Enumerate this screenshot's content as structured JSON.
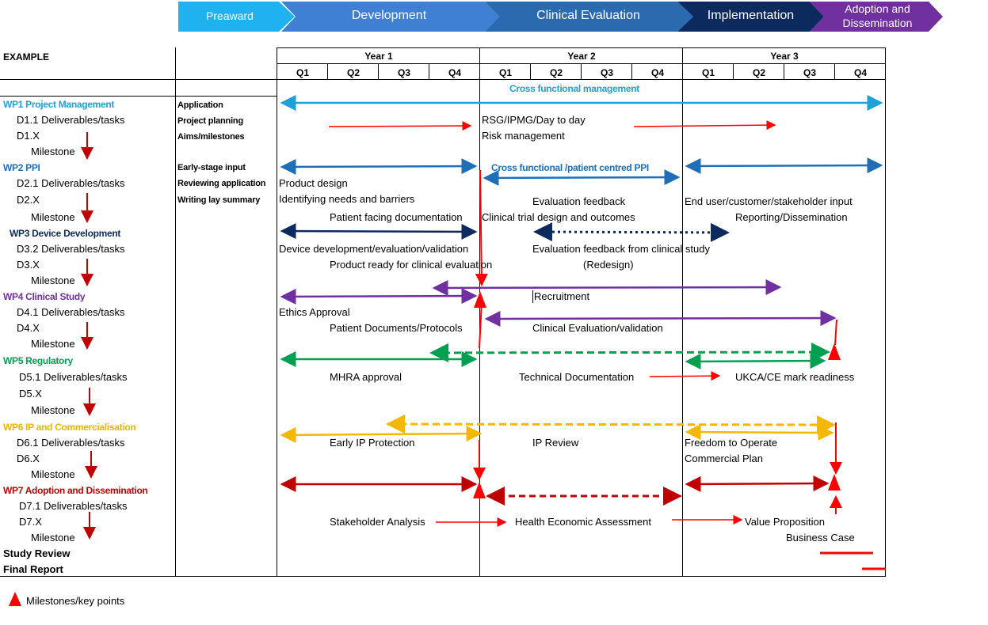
{
  "phases": [
    {
      "label": "Preaward",
      "color": "#1fb1f0"
    },
    {
      "label": "Development",
      "color": "#3a7fd0"
    },
    {
      "label": "Clinical Evaluation",
      "color": "#2f6fb5"
    },
    {
      "label": "Implementation",
      "color": "#0c2a5e"
    },
    {
      "label": "Adoption  and Dissemination",
      "color": "#7030a0"
    }
  ],
  "example_label": "EXAMPLE",
  "years": [
    "Year 1",
    "Year 2",
    "Year 3"
  ],
  "quarters": [
    "Q1",
    "Q2",
    "Q3",
    "Q4",
    "Q1",
    "Q2",
    "Q3",
    "Q4",
    "Q1",
    "Q2",
    "Q3",
    "Q4"
  ],
  "rows": [
    {
      "text": "WP1 Project Management",
      "kind": "wp",
      "color": "#1ea0d8"
    },
    {
      "text": "D1.1 Deliverables/tasks",
      "kind": "task"
    },
    {
      "text": "D1.X",
      "kind": "task"
    },
    {
      "text": "Milestone",
      "kind": "ms"
    },
    {
      "text": "WP2 PPI",
      "kind": "wp",
      "color": "#1f6fb8"
    },
    {
      "text": "D2.1 Deliverables/tasks",
      "kind": "task"
    },
    {
      "text": "D2.X",
      "kind": "task"
    },
    {
      "text": "Milestone",
      "kind": "ms"
    },
    {
      "text": "WP3 Device Development",
      "kind": "wp",
      "color": "#0c2a5e"
    },
    {
      "text": "D3.2 Deliverables/tasks",
      "kind": "task"
    },
    {
      "text": "D3.X",
      "kind": "task"
    },
    {
      "text": "Milestone",
      "kind": "ms"
    },
    {
      "text": "WP4 Clinical Study",
      "kind": "wp",
      "color": "#7030a0"
    },
    {
      "text": "D4.1 Deliverables/tasks",
      "kind": "task"
    },
    {
      "text": "D4.X",
      "kind": "task"
    },
    {
      "text": "Milestone",
      "kind": "ms"
    },
    {
      "text": "WP5 Regulatory",
      "kind": "wp",
      "color": "#00a050"
    },
    {
      "text": "D5.1 Deliverables/tasks",
      "kind": "task"
    },
    {
      "text": "D5.X",
      "kind": "task"
    },
    {
      "text": "Milestone",
      "kind": "ms"
    },
    {
      "text": "WP6 IP and Commercialisation",
      "kind": "wp",
      "color": "#f0b400"
    },
    {
      "text": "D6.1 Deliverables/tasks",
      "kind": "task"
    },
    {
      "text": "D6.X",
      "kind": "task"
    },
    {
      "text": "Milestone",
      "kind": "ms"
    },
    {
      "text": "WP7 Adoption and Dissemination",
      "kind": "wp",
      "color": "#c00000"
    },
    {
      "text": "D7.1 Deliverables/tasks",
      "kind": "task"
    },
    {
      "text": "D7.X",
      "kind": "task"
    },
    {
      "text": "Milestone",
      "kind": "ms"
    },
    {
      "text": "Study Review",
      "kind": "bold"
    },
    {
      "text": "Final Report",
      "kind": "bold"
    }
  ],
  "pm_labels": [
    "Application",
    "Project planning",
    "Aims/milestones",
    "Early-stage input",
    "Reviewing application",
    "Writing lay summary"
  ],
  "annotations": {
    "cross_functional": "Cross functional management",
    "cross_functional_ppi": "Cross functional /patient centred PPI",
    "rsg": "RSG/IPMG/Day to day",
    "risk": "Risk management",
    "product_design": "Product design",
    "needs": "Identifying needs and barriers",
    "eval_feedback": "Evaluation feedback",
    "end_user": "End user/customer/stakeholder input",
    "patient_facing": "Patient facing documentation",
    "trial_design": "Clinical trial design and outcomes",
    "reporting": "Reporting/Dissemination",
    "device_dev": "Device development/evaluation/validation",
    "eval_feedback_clinical": "Evaluation feedback from clinical study",
    "product_ready": "Product ready for clinical evaluation",
    "redesign": "(Redesign)",
    "recruitment": "Recruitment",
    "ethics": "Ethics Approval",
    "patient_docs": "Patient Documents/Protocols",
    "clinical_eval": "Clinical Evaluation/validation",
    "mhra": "MHRA approval",
    "tech_doc": "Technical Documentation",
    "ukca": "UKCA/CE mark readiness",
    "early_ip": "Early IP Protection",
    "ip_review": "IP Review",
    "fto": "Freedom to Operate",
    "commercial_plan": "Commercial Plan",
    "stakeholder": "Stakeholder Analysis",
    "hea": "Health Economic Assessment",
    "value_prop": "Value Proposition",
    "business_case": "Business Case"
  },
  "legend": {
    "label": "Milestones/key points"
  },
  "colors": {
    "red": "#ff0000",
    "darkred": "#c00000",
    "lightblue": "#1ea0d8",
    "blue": "#1f6fb8",
    "navy": "#0c2a5e",
    "purple": "#7030a0",
    "green": "#00a050",
    "yellow": "#f5b800"
  }
}
